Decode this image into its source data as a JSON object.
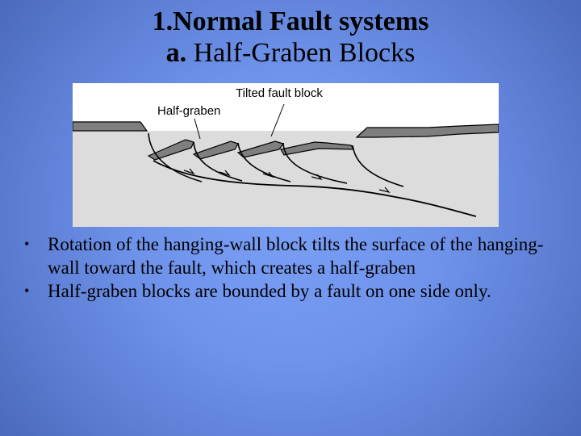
{
  "slide": {
    "title_line1": "1.Normal Fault systems",
    "title_line2_prefix": "a.",
    "title_line2_text": " Half-Graben Blocks"
  },
  "figure": {
    "label_tilted": "Tilted fault block",
    "label_halfgraben": "Half-graben",
    "colors": {
      "background": "#ffffff",
      "crust": "#dcdcdc",
      "strata": "#7f7f7f",
      "outline": "#000000"
    }
  },
  "bullets": [
    {
      "marker": "•",
      "text": "Rotation of the hanging-wall block tilts the surface of the hanging-wall toward the fault, which creates a half-graben"
    },
    {
      "marker": "•",
      "text": "Half-graben blocks are bounded by a fault on one side only."
    }
  ]
}
